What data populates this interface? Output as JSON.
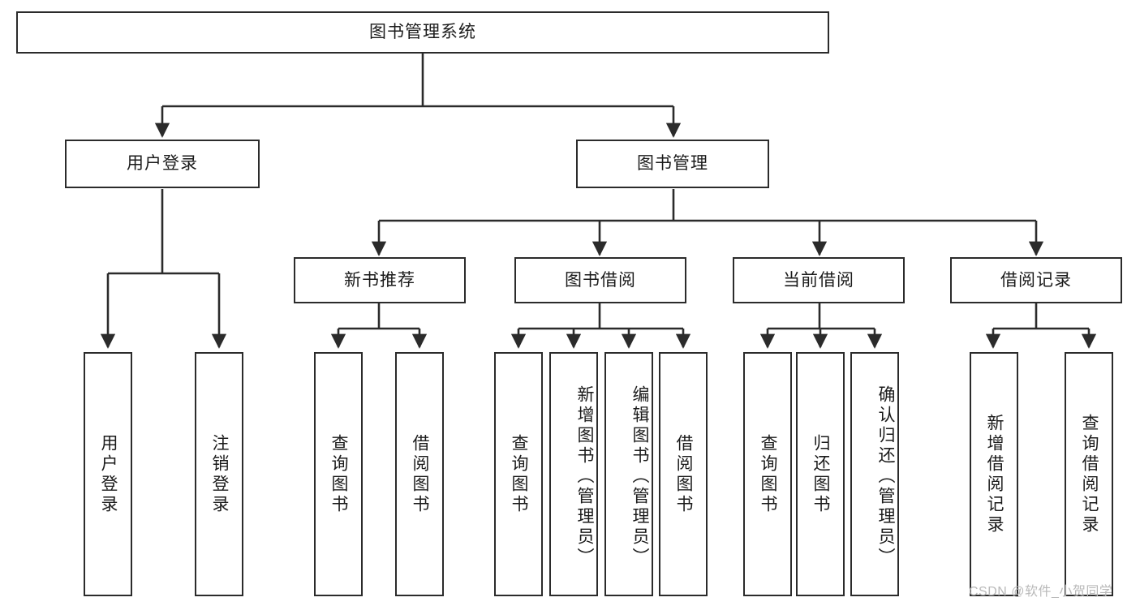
{
  "diagram": {
    "title": "图书管理系统",
    "type": "tree-hierarchy-diagram",
    "colors": {
      "box_border": "#2b2b2b",
      "box_fill": "#ffffff",
      "connector": "#2b2b2b",
      "text": "#1b1b1b",
      "watermark": "#b9b9b9"
    },
    "root": {
      "label": "图书管理系统"
    },
    "level2": [
      {
        "label": "用户登录"
      },
      {
        "label": "图书管理"
      }
    ],
    "level3": [
      {
        "label": "新书推荐"
      },
      {
        "label": "图书借阅"
      },
      {
        "label": "当前借阅"
      },
      {
        "label": "借阅记录"
      }
    ],
    "leaves": {
      "user_login": [
        {
          "label": "用户登录"
        },
        {
          "label": "注销登录"
        }
      ],
      "new_book_recommend": [
        {
          "label": "查询图书"
        },
        {
          "label": "借阅图书"
        }
      ],
      "book_borrow": [
        {
          "label": "查询图书"
        },
        {
          "label": "新增图书（管理员）"
        },
        {
          "label": "编辑图书（管理员）"
        },
        {
          "label": "借阅图书"
        }
      ],
      "current_borrow": [
        {
          "label": "查询图书"
        },
        {
          "label": "归还图书"
        },
        {
          "label": "确认归还（管理员）"
        }
      ],
      "borrow_record": [
        {
          "label": "新增借阅记录"
        },
        {
          "label": "查询借阅记录"
        }
      ]
    }
  },
  "watermark": {
    "text": "CSDN @软件_小贺同学"
  }
}
